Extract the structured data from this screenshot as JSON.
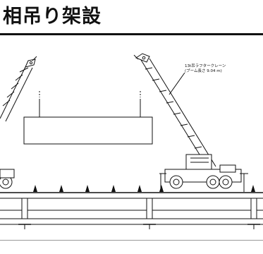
{
  "page": {
    "title": "相吊り架設"
  },
  "drawing": {
    "crane_label_line1": "13t吊ラフタークレーン",
    "crane_label_line2": "(ブーム長さ 9.04 m)"
  }
}
